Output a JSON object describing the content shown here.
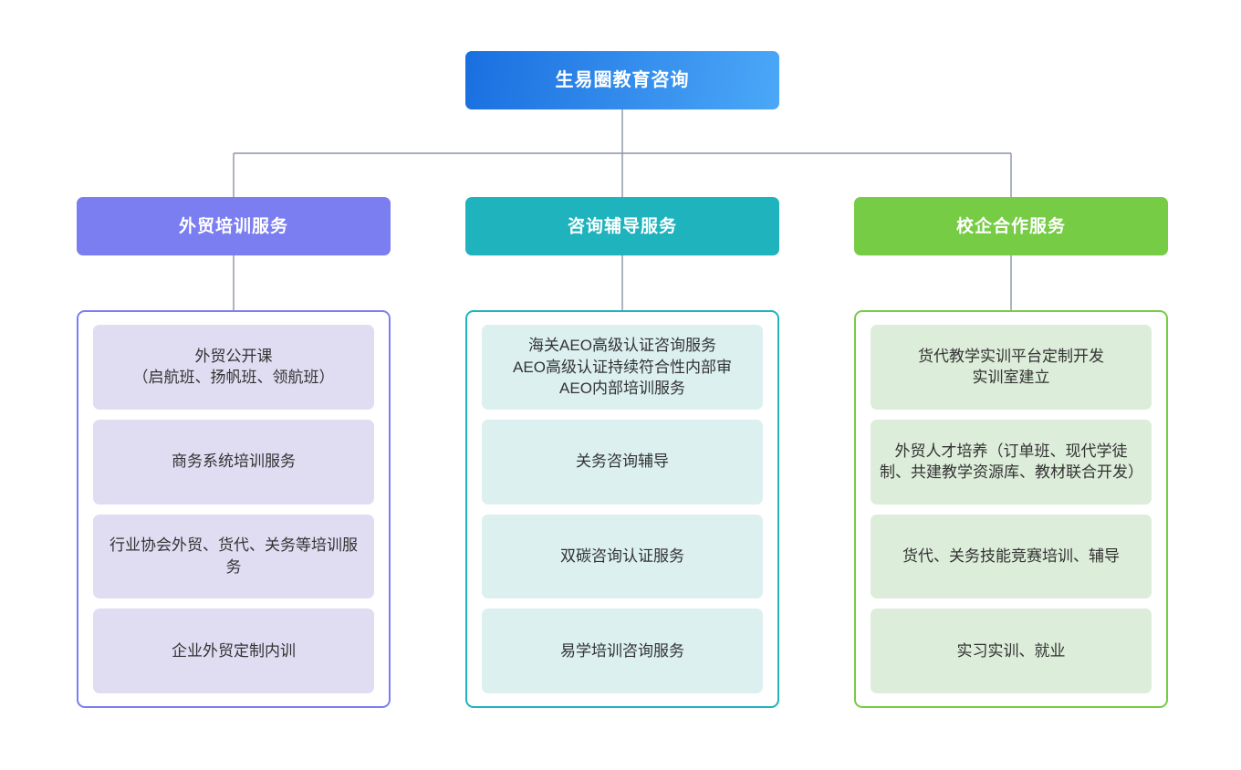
{
  "root": {
    "label": "生易圈教育咨询",
    "gradient_from": "#1a6fe0",
    "gradient_to": "#4ba8f7"
  },
  "connector_color": "#8a94a6",
  "columns": [
    {
      "id": "training",
      "header": "外贸培训服务",
      "header_color": "#7b7ef0",
      "border_color": "#7b7ef0",
      "card_color": "#e0ddf3",
      "connector_color": "#8a94a6",
      "items": [
        "外贸公开课\n（启航班、扬帆班、领航班）",
        "商务系统培训服务",
        "行业协会外贸、货代、关务等培训服务",
        "企业外贸定制内训"
      ]
    },
    {
      "id": "consulting",
      "header": "咨询辅导服务",
      "header_color": "#1eb3bd",
      "border_color": "#1eb3bd",
      "card_color": "#dcf0f0",
      "connector_color": "#8a94a6",
      "items": [
        "海关AEO高级认证咨询服务\nAEO高级认证持续符合性内部审\nAEO内部培训服务",
        "关务咨询辅导",
        "双碳咨询认证服务",
        "易学培训咨询服务"
      ]
    },
    {
      "id": "school-enterprise",
      "header": "校企合作服务",
      "header_color": "#76cc44",
      "border_color": "#76cc44",
      "card_color": "#dcedd9",
      "connector_color": "#8a94a6",
      "items": [
        "货代教学实训平台定制开发\n实训室建立",
        "外贸人才培养（订单班、现代学徒制、共建教学资源库、教材联合开发）",
        "货代、关务技能竞赛培训、辅导",
        "实习实训、就业"
      ]
    }
  ]
}
